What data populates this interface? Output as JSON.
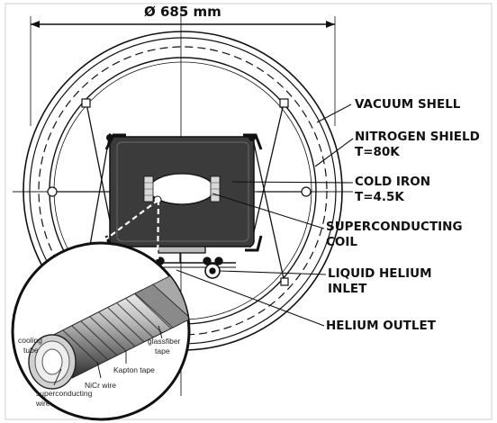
{
  "dimension": {
    "symbol": "Ø",
    "value": "685 mm"
  },
  "labels": {
    "vacuum_shell": "VACUUM SHELL",
    "nitrogen_shield": [
      "NITROGEN SHIELD",
      "T=80K"
    ],
    "cold_iron": [
      "COLD IRON",
      "T=4.5K"
    ],
    "superconducting_coil": [
      "SUPERCONDUCTING",
      "COIL"
    ],
    "liquid_helium_inlet": [
      "LIQUID HELIUM",
      "INLET"
    ],
    "helium_outlet": "HELIUM OUTLET"
  },
  "inset_labels": {
    "cooling_tube": [
      "cooling",
      "tube"
    ],
    "superconducting_wire": [
      "superconducting",
      "wire"
    ],
    "nicr_wire": "NiCr wire",
    "kapton_tape": "Kapton tape",
    "glassfiber_tape": [
      "glassfiber",
      "tape"
    ]
  },
  "colors": {
    "ink": "#111111",
    "iron": "#3a3a3a",
    "paper": "#ffffff"
  }
}
